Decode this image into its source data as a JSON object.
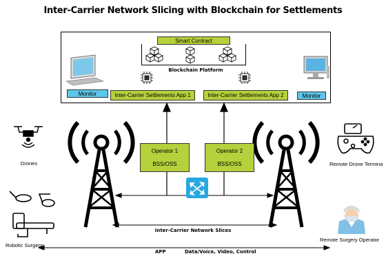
{
  "title": "Inter-Carrier Network Slicing with Blockchain for Settlements",
  "platform": {
    "smart_contract": "Smart Contract",
    "label": "Blockchain Platform",
    "app1": "Inter-Carrier Settlements App 1",
    "app2": "Inter-Carrier Settlements App 2",
    "monitor_left": "Monitor",
    "monitor_right": "Monitor"
  },
  "operators": [
    {
      "name": "Operator 1",
      "system": "BSS/OSS"
    },
    {
      "name": "Operator 2",
      "system": "BSS/OSS"
    }
  ],
  "devices": {
    "drones": "Drones",
    "robotic_surgeon": "Robotic Surgeon",
    "remote_drone_terminal": "Remote Drone Termina",
    "remote_surgery_operator": "Remote Surgery Operator"
  },
  "slices_label": "Inter-Carrier Network Slices",
  "bottom": {
    "app": "APP",
    "services": "Data/Voice,  Video, Control"
  },
  "colors": {
    "operator_green": "#b5d13b",
    "monitor_blue": "#5bc7ea",
    "switch_blue": "#29a8e0"
  }
}
